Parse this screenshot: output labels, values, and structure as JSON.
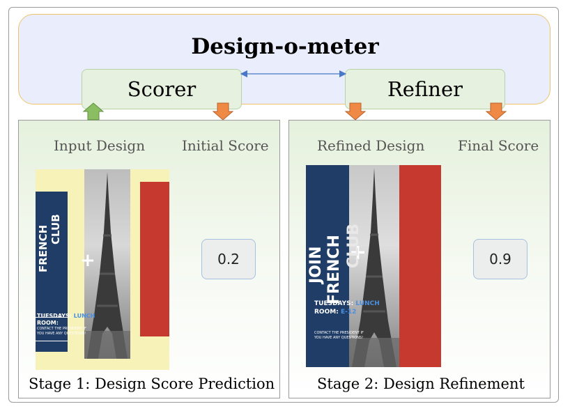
{
  "title": "Design-o-meter",
  "modules": {
    "scorer": "Scorer",
    "refiner": "Refiner"
  },
  "stage1": {
    "caption": "Stage 1: Design Score Prediction",
    "input_label": "Input Design",
    "score_label": "Initial Score",
    "score": "0.2",
    "poster": {
      "line1": "FRENCH",
      "line2": "CLUB",
      "tuesdays": "TUESDAYS:",
      "lunch": "LUNCH",
      "room": "ROOM:",
      "contact1": "CONTACT THE PRESIDENT IF",
      "contact2": "YOU HAVE ANY QUESTIONS!"
    }
  },
  "stage2": {
    "caption": "Stage 2: Design Refinement",
    "input_label": "Refined Design",
    "score_label": "Final Score",
    "score": "0.9",
    "poster": {
      "line1": "JOIN",
      "line2": "FRENCH",
      "line3": "CLUB",
      "tuesdays": "TUESDAYS:",
      "lunch": "LUNCH",
      "room": "ROOM:",
      "room_no": "E-12",
      "contact1": "CONTACT THE PRESIDENT IF",
      "contact2": "YOU HAVE ANY QUESTIONS!"
    }
  },
  "colors": {
    "navy": "#1f3d66",
    "red": "#c6392e",
    "cream": "#f6f2b8",
    "arrow_up": "#6fa24a",
    "arrow_down": "#e07b35",
    "connector": "#4a78c8"
  }
}
